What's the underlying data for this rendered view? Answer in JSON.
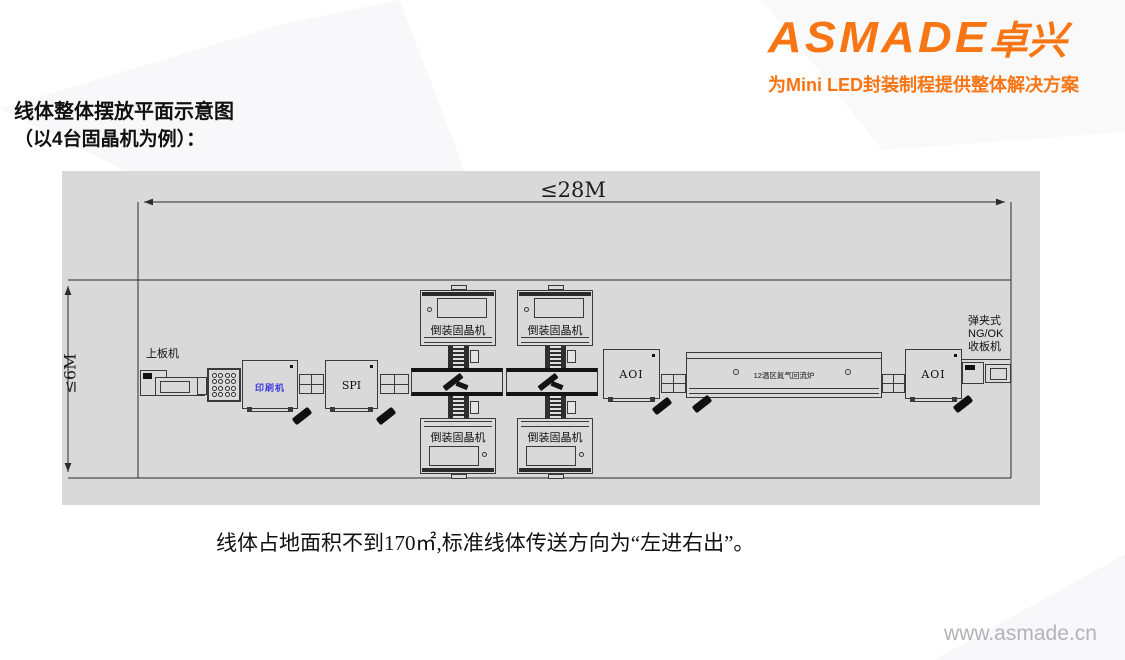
{
  "header": {
    "title_line1": "线体整体摆放平面示意图",
    "title_line2": "（以4台固晶机为例）：",
    "logo_text": "ASMADE",
    "logo_cn": "卓兴",
    "tagline": "为Mini LED封装制程提供整体解决方案"
  },
  "diagram": {
    "width_dim_label": "≤28M",
    "height_dim_label": "≤6M",
    "labels": {
      "loader": "上板机",
      "printer": "印刷机",
      "spi": "SPI",
      "die_bonder_top_1": "倒装固晶机",
      "die_bonder_top_2": "倒装固晶机",
      "die_bonder_bottom_1": "倒装固晶机",
      "die_bonder_bottom_2": "倒装固晶机",
      "aoi_1": "AOI",
      "reflow_oven": "12温区氮气回流炉",
      "aoi_2": "AOI",
      "unloader_line_1": "弹夹式",
      "unloader_line_2": "NG/OK",
      "unloader_line_3": "收板机"
    }
  },
  "footer": {
    "note": "线体占地面积不到170㎡,标准线体传送方向为“左进右出”。",
    "website": "www.asmade.cn"
  },
  "colors": {
    "brand_orange": "#F87514",
    "panel_gray": "#D9D9D9",
    "line_dark": "#3A3A3A",
    "printer_label_blue": "#3C3CDC",
    "website_gray": "#B3B3B8"
  }
}
